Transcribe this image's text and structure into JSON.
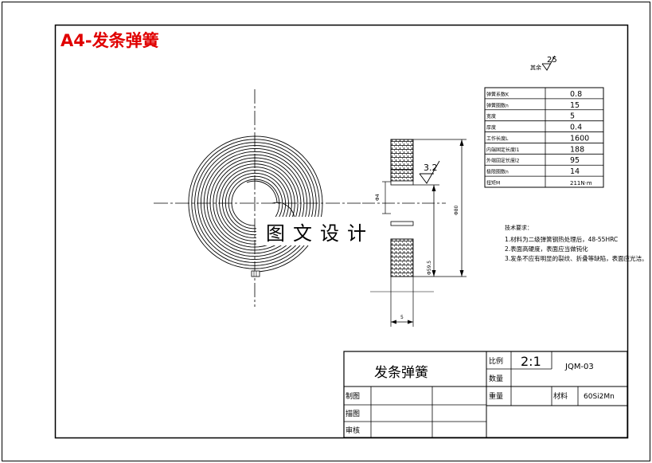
{
  "header": {
    "title": "A4-发条弹簧"
  },
  "roughness": {
    "prefix": "其余",
    "value": "25"
  },
  "spec_table": {
    "rows": [
      {
        "label": "弹簧系数K",
        "value": "0.8"
      },
      {
        "label": "弹簧圈数n",
        "value": "15"
      },
      {
        "label": "宽度",
        "value": "5"
      },
      {
        "label": "厚度",
        "value": "0.4"
      },
      {
        "label": "工作长度L",
        "value": "1600"
      },
      {
        "label": "内端固定长度l1",
        "value": "188"
      },
      {
        "label": "外端固定长度l2",
        "value": "95"
      },
      {
        "label": "极限圈数n",
        "value": "14"
      },
      {
        "label": "扭矩M",
        "value": "211N·m"
      }
    ]
  },
  "tech_notes": {
    "title": "技术要求：",
    "items": [
      "1.材料为二级弹簧钢热处理后，48-55HRC",
      "2.表面高硬度，表面应当做钝化",
      "3.发条不应有明显的裂纹、折叠等缺陷，表面应光洁。"
    ]
  },
  "section_dims": {
    "roughness": "3.2",
    "d1": "Φ4",
    "d2": "Φ80",
    "d3": "Φ59.5",
    "width": "5"
  },
  "watermark": "图文设计",
  "title_block": {
    "part_name": "发条弹簧",
    "scale_label": "比例",
    "scale_value": "2:1",
    "drawing_no": "JQM-03",
    "qty_label": "数量",
    "weight_label": "重量",
    "material_label": "材料",
    "material_value": "60Si2Mn",
    "drawn_label": "制图",
    "traced_label": "描图",
    "checked_label": "审核"
  }
}
